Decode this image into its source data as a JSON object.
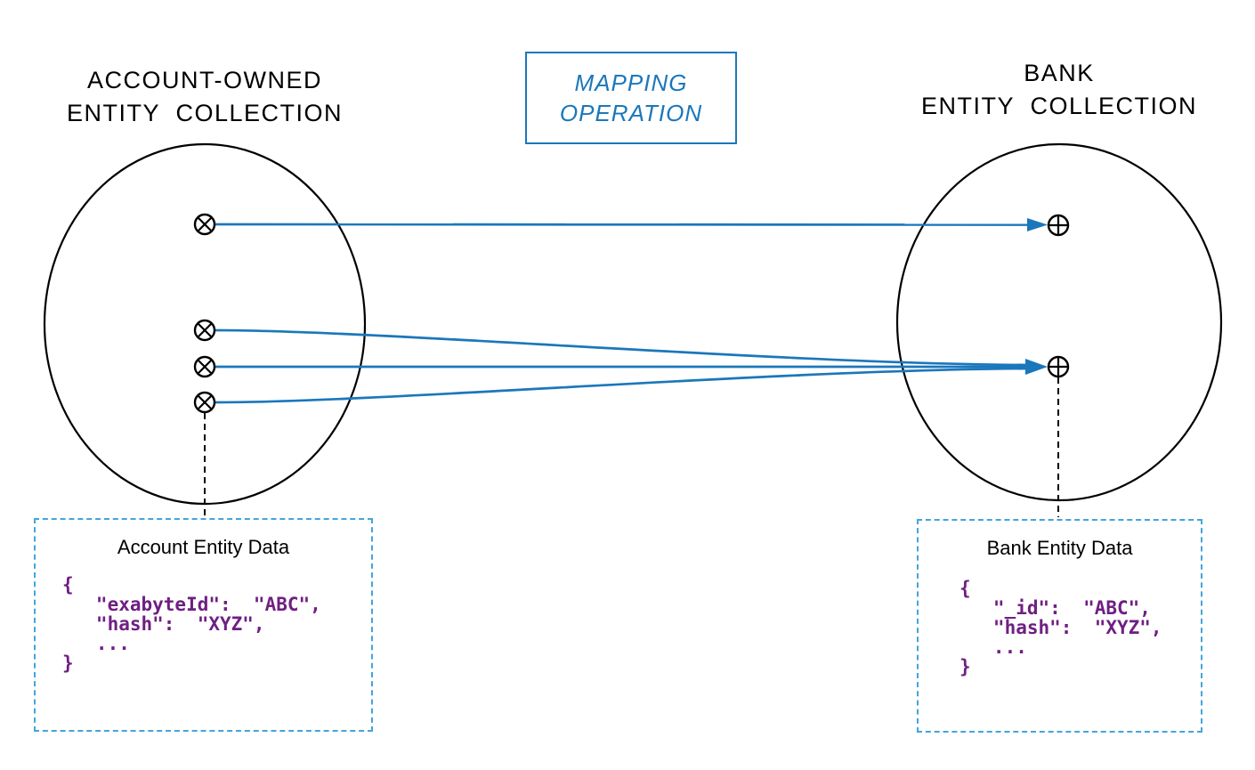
{
  "colors": {
    "accent_blue": "#1b77bb",
    "dashed_blue": "#44a4dc",
    "code_purple": "#6f1f82",
    "ink_black": "#000000"
  },
  "icons": {
    "source_point": "circle-x-icon",
    "target_point": "circle-plus-icon",
    "mapping_arrow": "arrow-right-icon"
  },
  "left_collection": {
    "title": "ACCOUNT-OWNED\nENTITY  COLLECTION"
  },
  "right_collection": {
    "title": "BANK\nENTITY  COLLECTION"
  },
  "mapping_box": {
    "label": "MAPPING\nOPERATION"
  },
  "left_data_box": {
    "title": "Account Entity Data",
    "code": "{\n   \"exabyteId\":  \"ABC\",\n   \"hash\":  \"XYZ\",\n   ...\n}"
  },
  "right_data_box": {
    "title": "Bank Entity Data",
    "code": "{\n   \"_id\":  \"ABC\",\n   \"hash\":  \"XYZ\",\n   ...\n}"
  }
}
